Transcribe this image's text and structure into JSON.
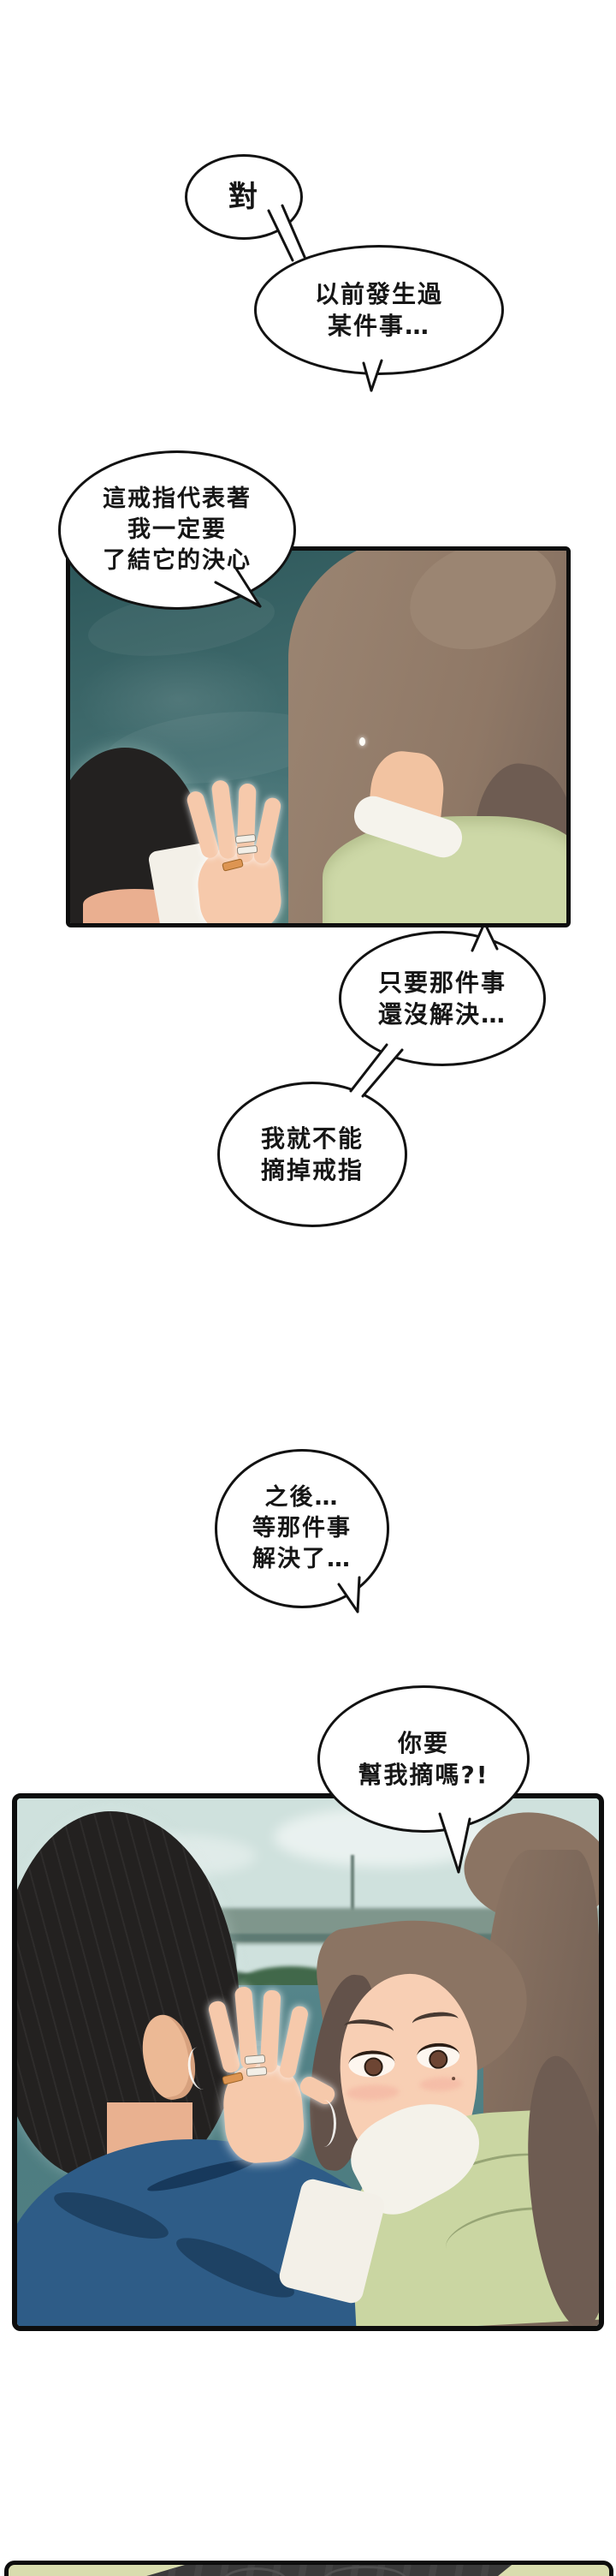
{
  "page": {
    "kind": "manhwa-comic-page",
    "background": "#ffffff"
  },
  "speech": {
    "b1": {
      "text": "對"
    },
    "b2": {
      "lines": [
        "以前發生過",
        "某件事…"
      ]
    },
    "b3": {
      "lines": [
        "這戒指代表著",
        "我一定要",
        "了結它的決心"
      ]
    },
    "b4": {
      "lines": [
        "只要那件事",
        "還沒解決…"
      ]
    },
    "b5": {
      "lines": [
        "我就不能",
        "摘掉戒指"
      ]
    },
    "b6": {
      "lines": [
        "之後…",
        "等那件事",
        "解決了…"
      ]
    },
    "b7": {
      "lines": [
        "你要",
        "幫我摘嗎?!"
      ]
    }
  },
  "panels": [
    {
      "id": "panel-1",
      "description": "Close-up from behind: woman with brown ponytail raises her left hand showing rings; man's black hair in lower-left; teal water background"
    },
    {
      "id": "panel-2",
      "description": "Riverside: man in blue shirt seen from behind faces woman in light green cardigan who holds up her hand with gold and silver rings; blurred bridge, trees and water behind"
    },
    {
      "id": "panel-3",
      "description": "Thin top sliver of the next panel: dark hair shape on pale yellow-green background"
    }
  ],
  "colors": {
    "page_bg": "#ffffff",
    "outline": "#121212",
    "panel_border": "#0d0d0d",
    "p1_water": "#4a777a",
    "hair_brown": "#9b8572",
    "hair_brown2": "#8b7463",
    "hair_dark": "#6e5c52",
    "hair_black": "#232120",
    "skin": "#f6c9ab",
    "skin_warm": "#e9b190",
    "green_top": "#cdd8a7",
    "cardigan": "#cad6a2",
    "white_cloth": "#f3f0e8",
    "sky": "#cfe1dd",
    "bridge": "#7f968c",
    "tree": "#41684a",
    "water2": "#4e7d81",
    "shirt_blue": "#2e5c87",
    "shirt_shadow": "#1e4264",
    "lips": "#ea9aa2",
    "ring_gold": "#dd9552",
    "ring_silver": "#f2efe7",
    "p3_bg": "#d9ddae",
    "p3_dark": "#3a3a3a"
  }
}
